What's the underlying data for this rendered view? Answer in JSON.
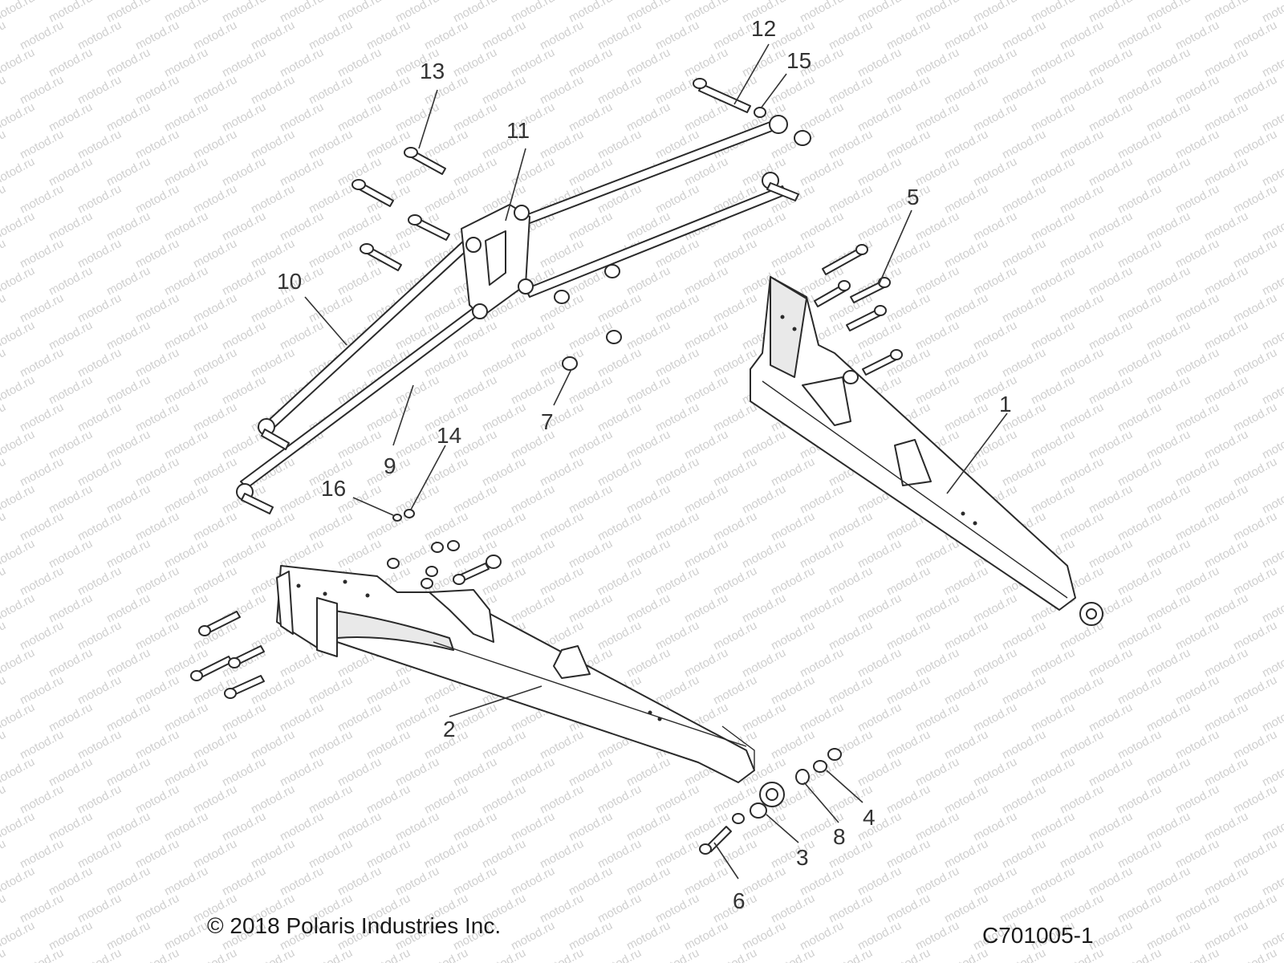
{
  "watermark": "motod.ru",
  "copyright": "© 2018 Polaris Industries Inc.",
  "drawing_code": "C701005-1",
  "callouts": [
    {
      "id": "1",
      "label": "1"
    },
    {
      "id": "2",
      "label": "2"
    },
    {
      "id": "3",
      "label": "3"
    },
    {
      "id": "4",
      "label": "4"
    },
    {
      "id": "5",
      "label": "5"
    },
    {
      "id": "6",
      "label": "6"
    },
    {
      "id": "7",
      "label": "7"
    },
    {
      "id": "8",
      "label": "8"
    },
    {
      "id": "9",
      "label": "9"
    },
    {
      "id": "10",
      "label": "10"
    },
    {
      "id": "11",
      "label": "11"
    },
    {
      "id": "12",
      "label": "12"
    },
    {
      "id": "13",
      "label": "13"
    },
    {
      "id": "14",
      "label": "14"
    },
    {
      "id": "15",
      "label": "15"
    },
    {
      "id": "16",
      "label": "16"
    }
  ]
}
